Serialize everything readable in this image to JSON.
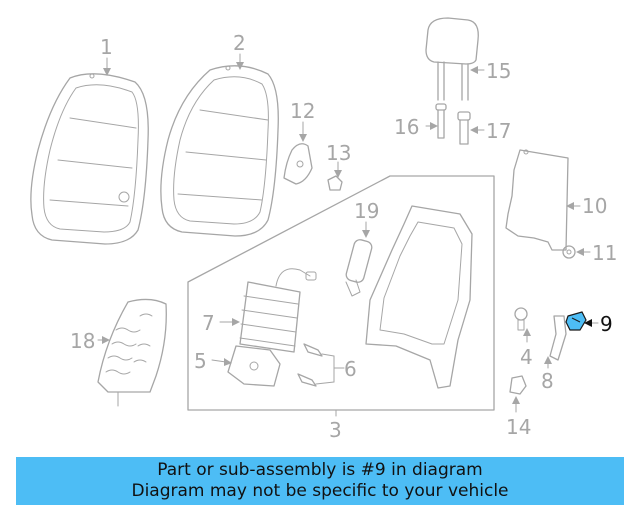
{
  "diagram": {
    "callouts": [
      "1",
      "2",
      "3",
      "4",
      "5",
      "6",
      "7",
      "8",
      "9",
      "10",
      "11",
      "12",
      "13",
      "14",
      "15",
      "16",
      "17",
      "18",
      "19"
    ],
    "highlighted": "9",
    "highlight_color": "#4dbdf5",
    "line_color": "#a6a6a6"
  },
  "caption": {
    "line1": "Part or sub-assembly is #9 in diagram",
    "line2": "Diagram may not be specific to your vehicle",
    "background": "#4dbdf5"
  }
}
